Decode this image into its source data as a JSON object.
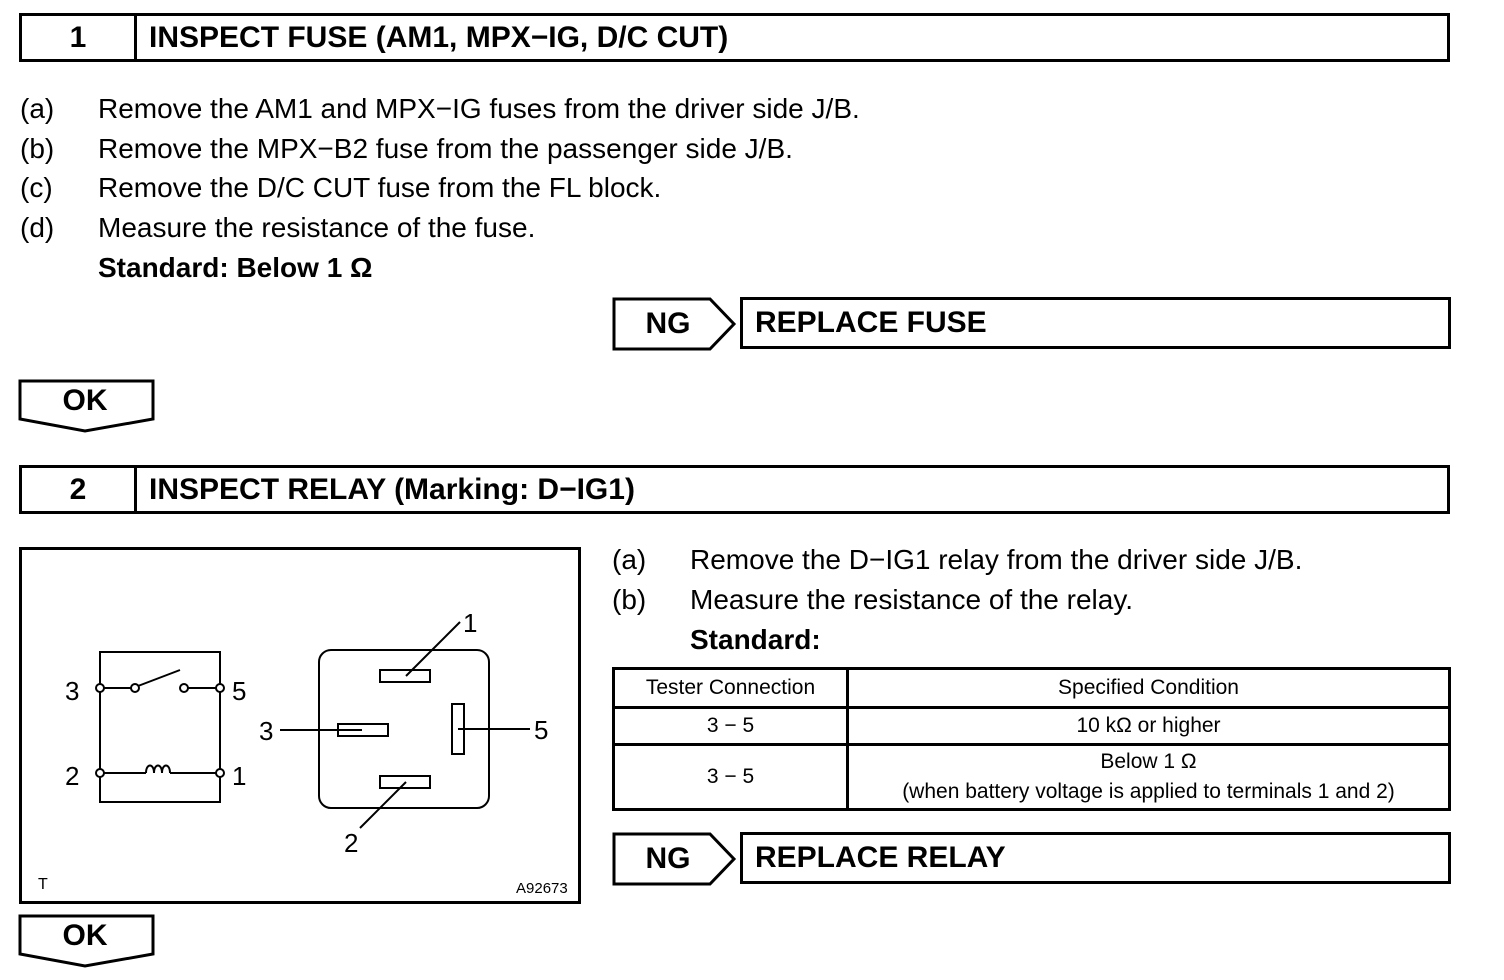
{
  "step1": {
    "number": "1",
    "title": "INSPECT FUSE (AM1, MPX−IG, D/C CUT)",
    "lines": [
      {
        "label": "(a)",
        "text": "Remove the AM1 and MPX−IG fuses from the driver side J/B."
      },
      {
        "label": "(b)",
        "text": "Remove the MPX−B2 fuse from the passenger side J/B."
      },
      {
        "label": "(c)",
        "text": "Remove the D/C CUT fuse from the FL block."
      },
      {
        "label": "(d)",
        "text": "Measure the resistance of the fuse."
      }
    ],
    "standard": "Standard: Below 1 Ω",
    "ng_label": "NG",
    "ng_action": "REPLACE FUSE",
    "ok_label": "OK"
  },
  "step2": {
    "number": "2",
    "title": "INSPECT RELAY (Marking: D−IG1)",
    "lines": [
      {
        "label": "(a)",
        "text": "Remove the D−IG1 relay from the driver side J/B."
      },
      {
        "label": "(b)",
        "text": "Measure the resistance of the relay."
      }
    ],
    "standard": "Standard:",
    "table": {
      "headers": [
        "Tester Connection",
        "Specified Condition"
      ],
      "rows": [
        {
          "connection": "3 − 5",
          "condition": "10 kΩ or higher",
          "condition_note": ""
        },
        {
          "connection": "3 − 5",
          "condition": "Below 1 Ω",
          "condition_note": "(when battery voltage is applied to terminals 1 and 2)"
        }
      ]
    },
    "ng_label": "NG",
    "ng_action": "REPLACE RELAY",
    "ok_label": "OK"
  },
  "diagram": {
    "schematic_terminals": {
      "top_left": "3",
      "top_right": "5",
      "bottom_left": "2",
      "bottom_right": "1"
    },
    "relay_terminals": {
      "top": "1",
      "left": "3",
      "right": "5",
      "bottom": "2"
    },
    "corner_mark": "T",
    "figure_code": "A92673"
  }
}
